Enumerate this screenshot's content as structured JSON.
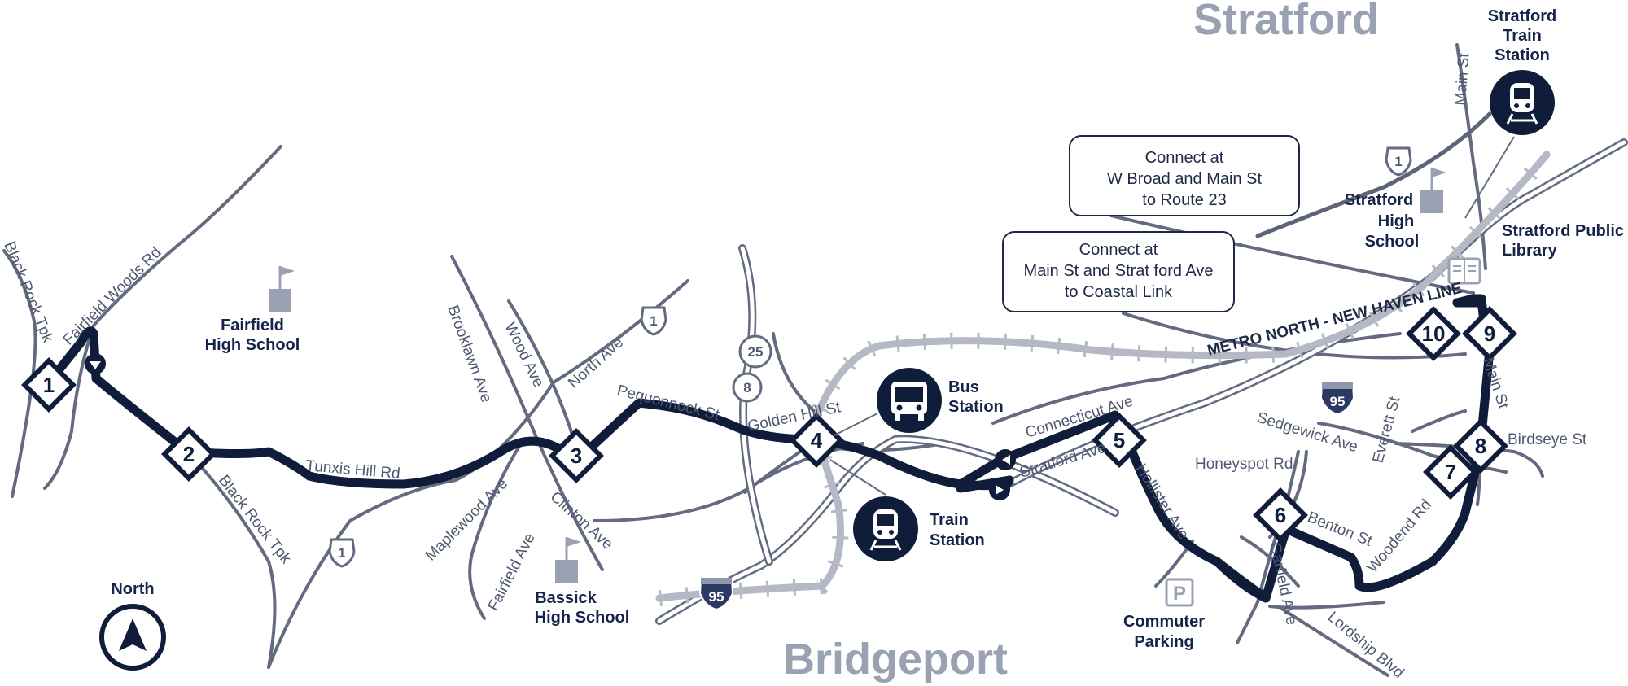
{
  "cities": {
    "stratford": "Stratford",
    "bridgeport": "Bridgeport"
  },
  "stops": [
    "1",
    "2",
    "3",
    "4",
    "5",
    "6",
    "7",
    "8",
    "9",
    "10"
  ],
  "streets": {
    "black_rock_tpk": "Black Rock Tpk",
    "fairfield_woods": "Fairfield Woods Rd",
    "tunxis_hill": "Tunxis Hill Rd",
    "black_rock_tpk_2": "Black Rock Tpk",
    "brooklawn": "Brooklawn Ave",
    "wood_ave": "Wood Ave",
    "north_ave": "North Ave",
    "maplewood": "Maplewood Ave",
    "clinton": "Clinton Ave",
    "fairfield_ave": "Fairfield Ave",
    "pequonnock": "Pequonnock St",
    "golden_hill": "Golden Hill St",
    "connecticut": "Connecticut Ave",
    "stratford_ave": "Stratford Ave",
    "hollister": "Hollister Ave",
    "honeyspot": "Honeyspot Rd",
    "sedgewick": "Sedgewick Ave",
    "everett": "Everett St",
    "benton": "Benton St",
    "woodend": "Woodend Rd",
    "garfield": "Garfield Ave",
    "lordship": "Lordship Blvd",
    "main_st": "Main St",
    "main_st_north": "Main St",
    "birdseye": "Birdseye St",
    "metro_north": "METRO NORTH - NEW HAVEN LINE"
  },
  "shields": {
    "us1": "1",
    "ct25": "25",
    "ct8": "8",
    "i95": "95"
  },
  "pois": {
    "fairfield_hs": [
      "Fairfield",
      "High School"
    ],
    "bassick_hs": [
      "Bassick",
      "High School"
    ],
    "stratford_hs": [
      "Stratford",
      "High",
      "School"
    ],
    "bus_station": [
      "Bus",
      "Station"
    ],
    "train_station": [
      "Train",
      "Station"
    ],
    "stratford_train": [
      "Stratford",
      "Train",
      "Station"
    ],
    "stratford_library": [
      "Stratford Public",
      "Library"
    ],
    "commuter_parking": [
      "Commuter",
      "Parking"
    ],
    "parking_symbol": "P",
    "north": "North"
  },
  "callouts": {
    "route23": [
      "Connect at",
      "W Broad and Main St",
      "to Route 23"
    ],
    "coastal": [
      "Connect at",
      "Main St and Strat ford Ave",
      "to Coastal Link"
    ]
  },
  "colors": {
    "route": "#0f1d3a",
    "street": "#646b80",
    "rail": "#b5b9c6",
    "city": "#9aa1b3"
  }
}
